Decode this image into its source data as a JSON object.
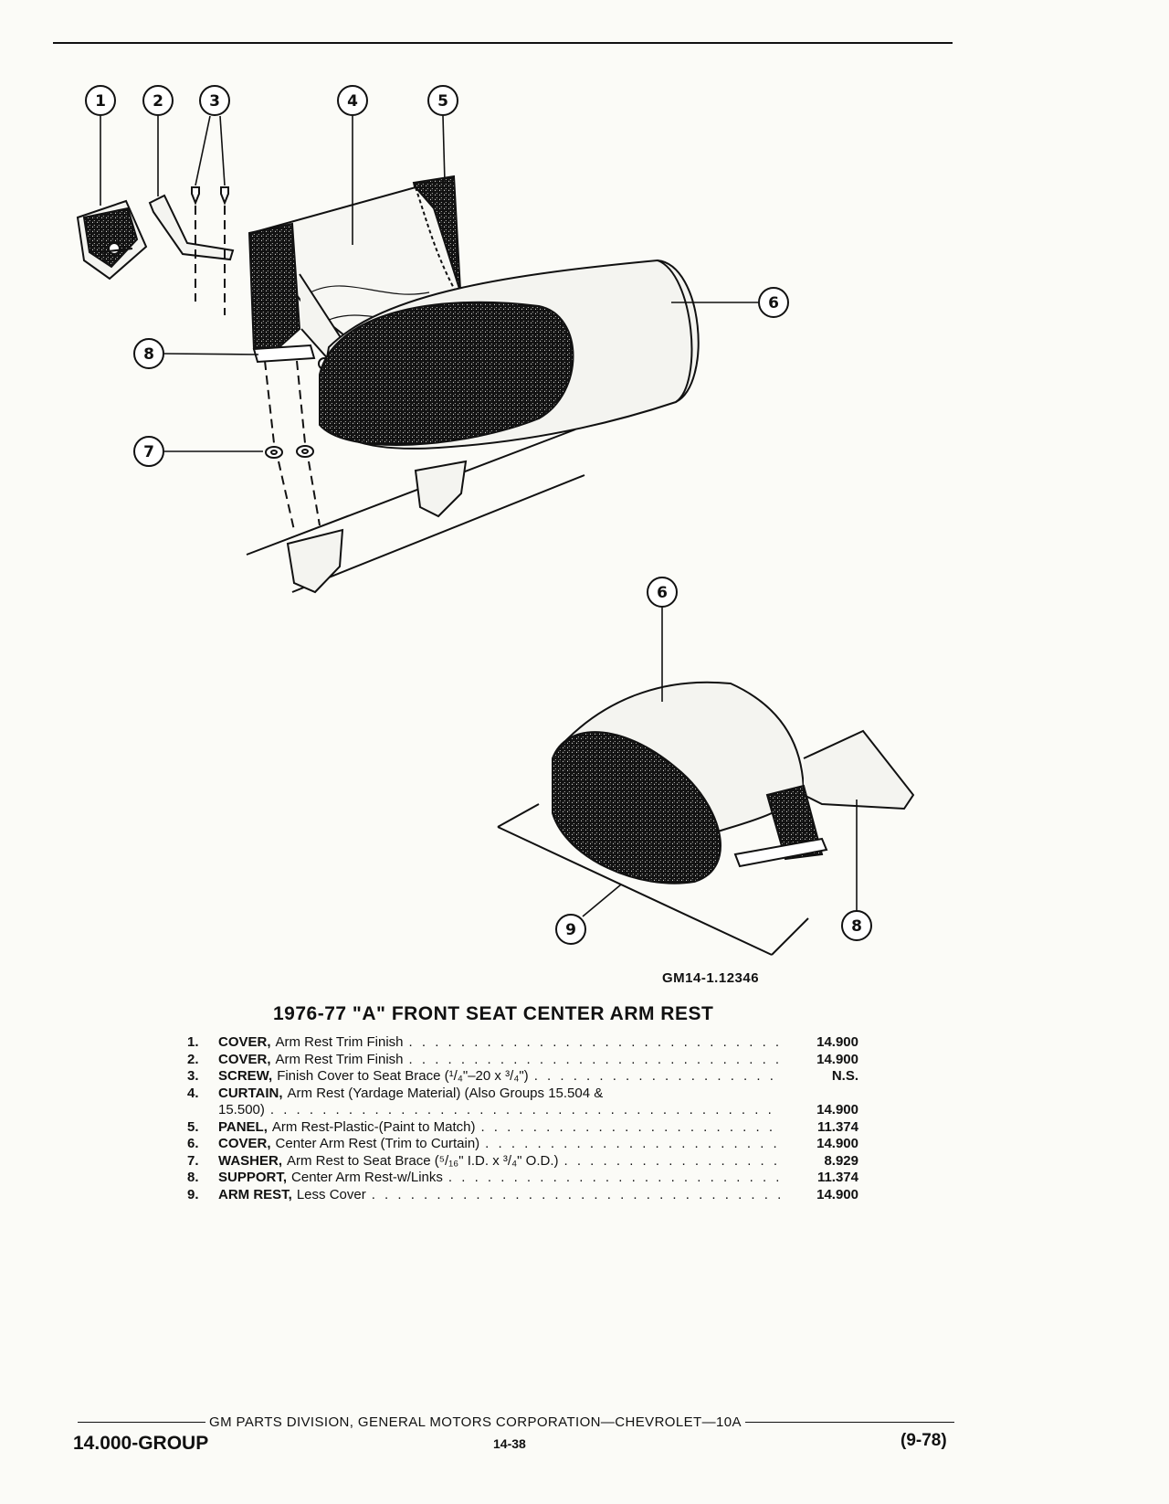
{
  "figure_id": "GM14-1.12346",
  "title": "1976-77 \"A\" FRONT SEAT CENTER ARM REST",
  "callouts": [
    {
      "label": "1"
    },
    {
      "label": "2"
    },
    {
      "label": "3"
    },
    {
      "label": "4"
    },
    {
      "label": "5"
    },
    {
      "label": "6"
    },
    {
      "label": "8"
    },
    {
      "label": "7"
    },
    {
      "label": "6"
    },
    {
      "label": "9"
    },
    {
      "label": "8"
    }
  ],
  "parts": [
    {
      "num": "1.",
      "name": "COVER,",
      "desc": "Arm Rest Trim Finish",
      "group": "14.900"
    },
    {
      "num": "2.",
      "name": "COVER,",
      "desc": "Arm Rest Trim Finish",
      "group": "14.900"
    },
    {
      "num": "3.",
      "name": "SCREW,",
      "desc": "Finish Cover to Seat Brace (¹/₄\"–20 x ³/₄\")",
      "group": "N.S."
    },
    {
      "num": "4.",
      "name": "CURTAIN,",
      "desc": "Arm Rest (Yardage Material) (Also Groups 15.504 &",
      "desc_cont": "15.500)",
      "group": "14.900"
    },
    {
      "num": "5.",
      "name": "PANEL,",
      "desc": "Arm Rest-Plastic-(Paint to Match)",
      "group": "11.374"
    },
    {
      "num": "6.",
      "name": "COVER,",
      "desc": "Center Arm Rest (Trim to Curtain)",
      "group": "14.900"
    },
    {
      "num": "7.",
      "name": "WASHER,",
      "desc": "Arm Rest to Seat Brace (⁵/₁₆\" I.D. x ³/₄\" O.D.)",
      "group": "8.929"
    },
    {
      "num": "8.",
      "name": "SUPPORT,",
      "desc": "Center Arm Rest-w/Links",
      "group": "11.374"
    },
    {
      "num": "9.",
      "name": "ARM REST,",
      "desc": "Less Cover",
      "group": "14.900"
    }
  ],
  "footer": {
    "publisher": "GM PARTS DIVISION, GENERAL MOTORS CORPORATION—CHEVROLET—10A",
    "group": "14.000-GROUP",
    "page": "14-38",
    "revision": "(9-78)"
  }
}
